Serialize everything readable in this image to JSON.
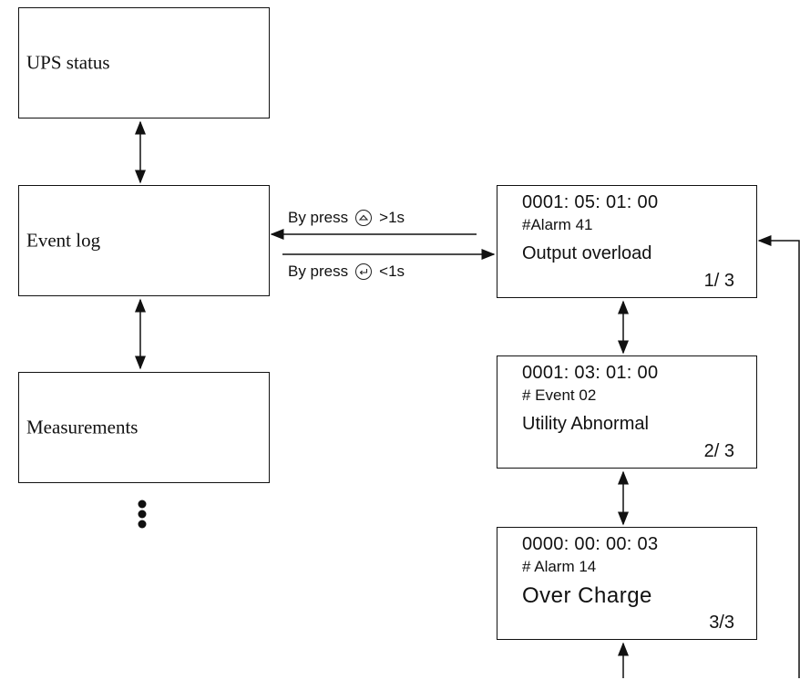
{
  "menu": {
    "items": [
      {
        "label": "UPS status"
      },
      {
        "label": "Event log"
      },
      {
        "label": "Measurements"
      }
    ]
  },
  "press": {
    "up": {
      "text": "By press",
      "icon": "up-key-icon",
      "suffix": ">1s"
    },
    "enter": {
      "text": "By press",
      "icon": "enter-key-icon",
      "suffix": "<1s"
    }
  },
  "events": [
    {
      "time": "0001: 05: 01: 00",
      "code": "#Alarm 41",
      "description": "Output overload",
      "page": "1/ 3"
    },
    {
      "time": "0001: 03: 01: 00",
      "code": "# Event  02",
      "description": "Utility Abnormal",
      "page": "2/ 3"
    },
    {
      "time": "0000: 00: 00: 03",
      "code": "# Alarm 14",
      "description": "Over  Charge",
      "page": "3/3"
    }
  ],
  "more_indicator": "vertical-ellipsis"
}
